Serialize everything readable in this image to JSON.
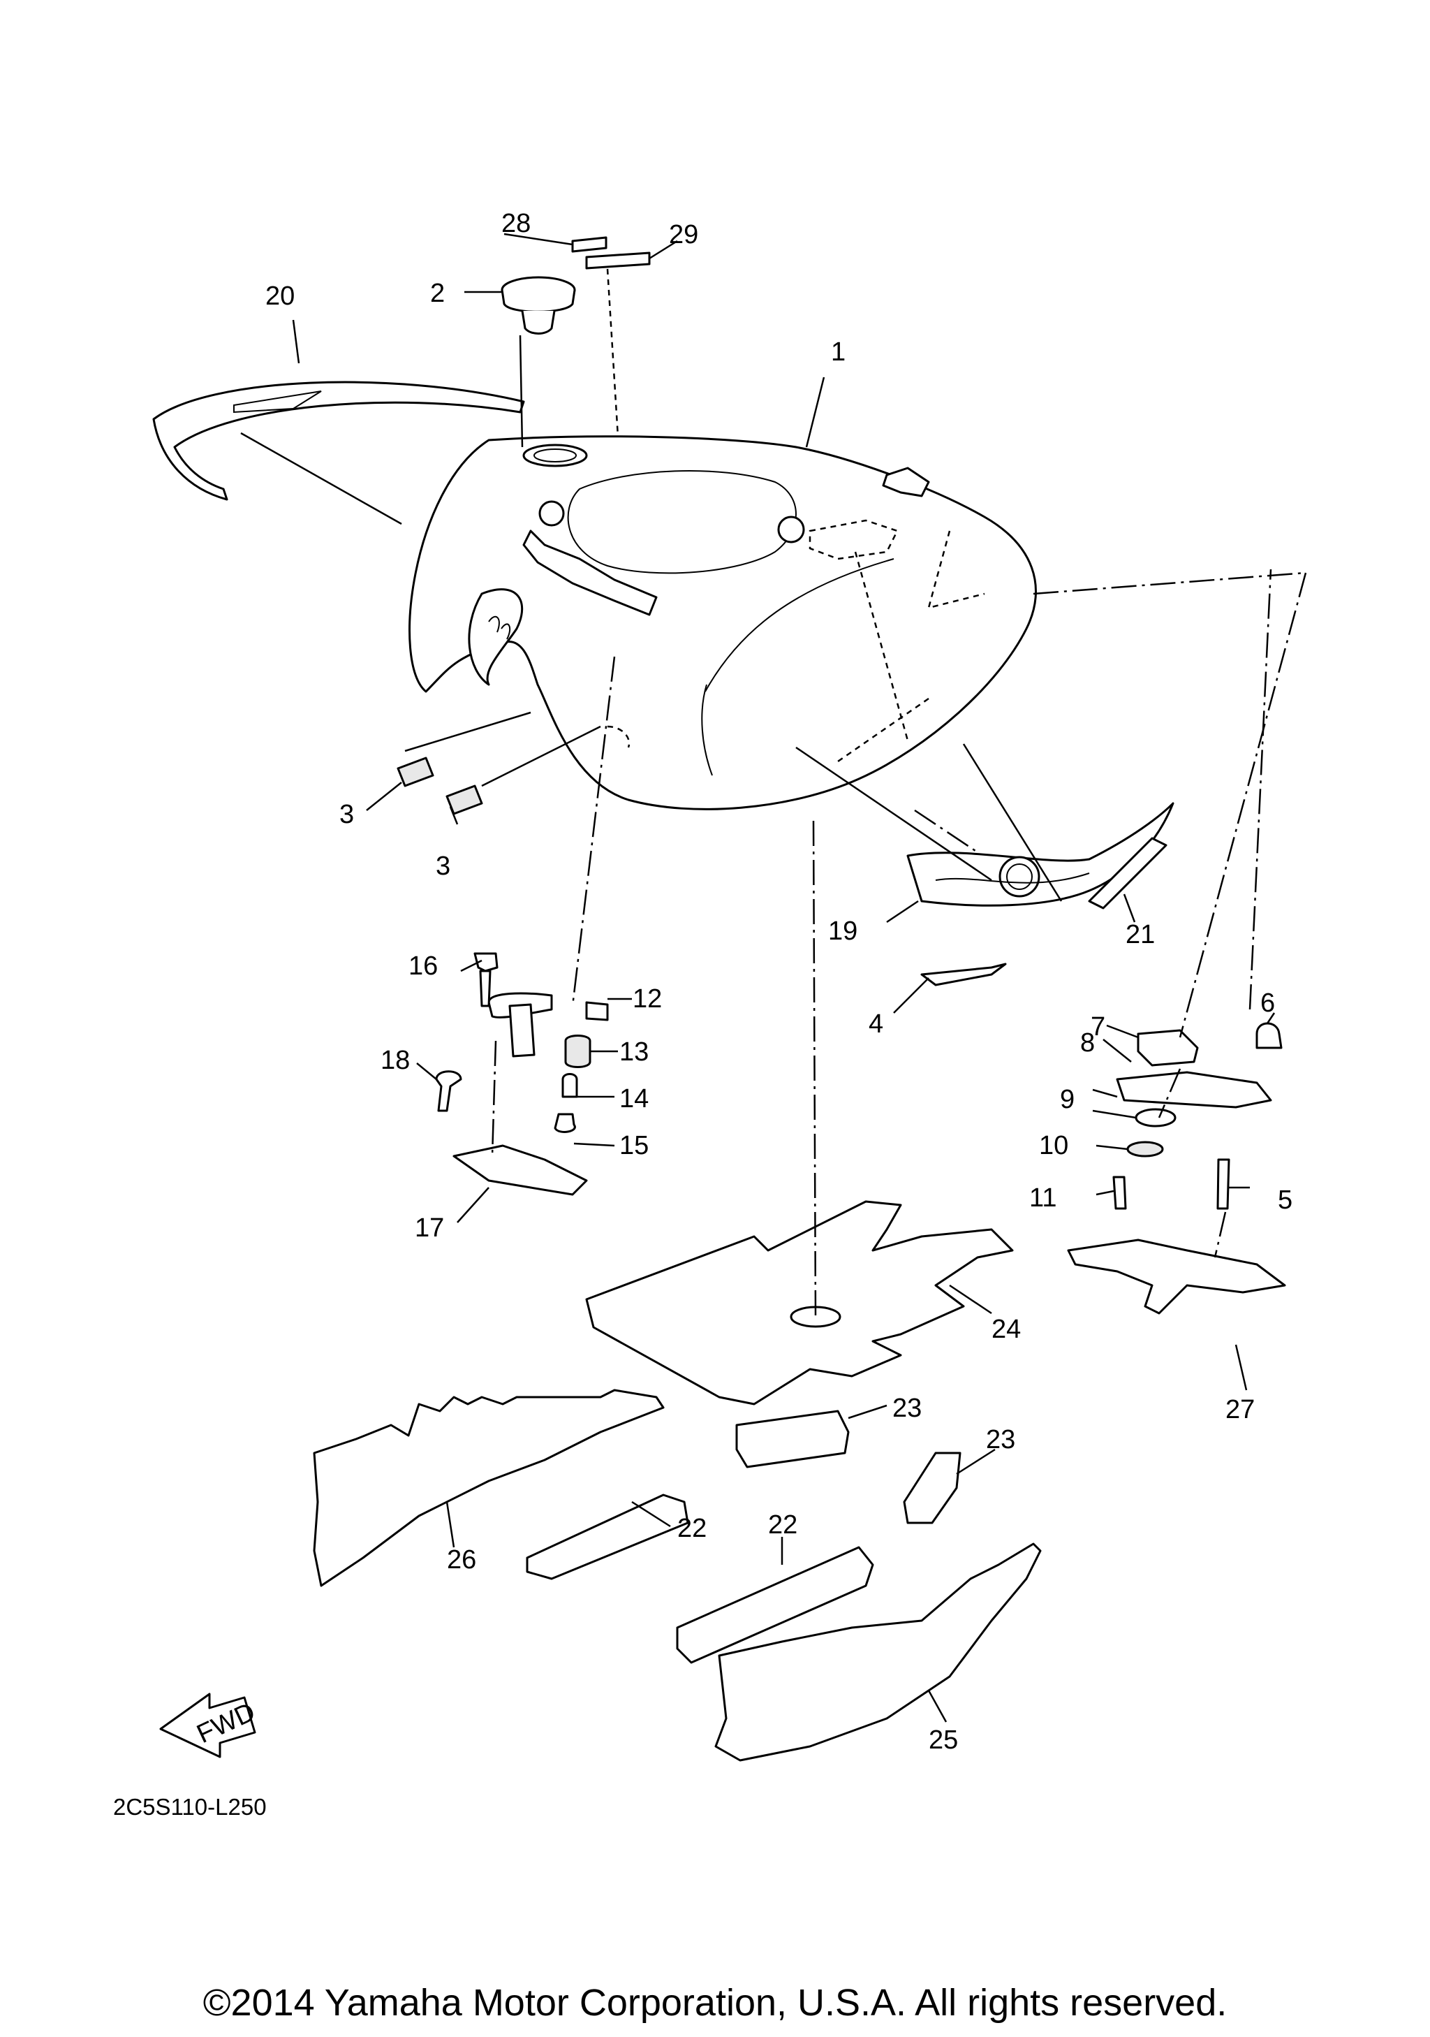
{
  "labels": [
    {
      "id": "1",
      "text": "1"
    },
    {
      "id": "2",
      "text": "2"
    },
    {
      "id": "3a",
      "text": "3"
    },
    {
      "id": "3b",
      "text": "3"
    },
    {
      "id": "4",
      "text": "4"
    },
    {
      "id": "5",
      "text": "5"
    },
    {
      "id": "6",
      "text": "6"
    },
    {
      "id": "7",
      "text": "7"
    },
    {
      "id": "8",
      "text": "8"
    },
    {
      "id": "9",
      "text": "9"
    },
    {
      "id": "10",
      "text": "10"
    },
    {
      "id": "11",
      "text": "11"
    },
    {
      "id": "12",
      "text": "12"
    },
    {
      "id": "13",
      "text": "13"
    },
    {
      "id": "14",
      "text": "14"
    },
    {
      "id": "15",
      "text": "15"
    },
    {
      "id": "16",
      "text": "16"
    },
    {
      "id": "17",
      "text": "17"
    },
    {
      "id": "18",
      "text": "18"
    },
    {
      "id": "19",
      "text": "19"
    },
    {
      "id": "20",
      "text": "20"
    },
    {
      "id": "21",
      "text": "21"
    },
    {
      "id": "22a",
      "text": "22"
    },
    {
      "id": "22b",
      "text": "22"
    },
    {
      "id": "23a",
      "text": "23"
    },
    {
      "id": "23b",
      "text": "23"
    },
    {
      "id": "24",
      "text": "24"
    },
    {
      "id": "25",
      "text": "25"
    },
    {
      "id": "26",
      "text": "26"
    },
    {
      "id": "27",
      "text": "27"
    },
    {
      "id": "28",
      "text": "28"
    },
    {
      "id": "29",
      "text": "29"
    }
  ],
  "fwd_label": "FWD",
  "diagram_code": "2C5S110-L250",
  "copyright": "©2014 Yamaha Motor Corporation, U.S.A. All rights reserved."
}
